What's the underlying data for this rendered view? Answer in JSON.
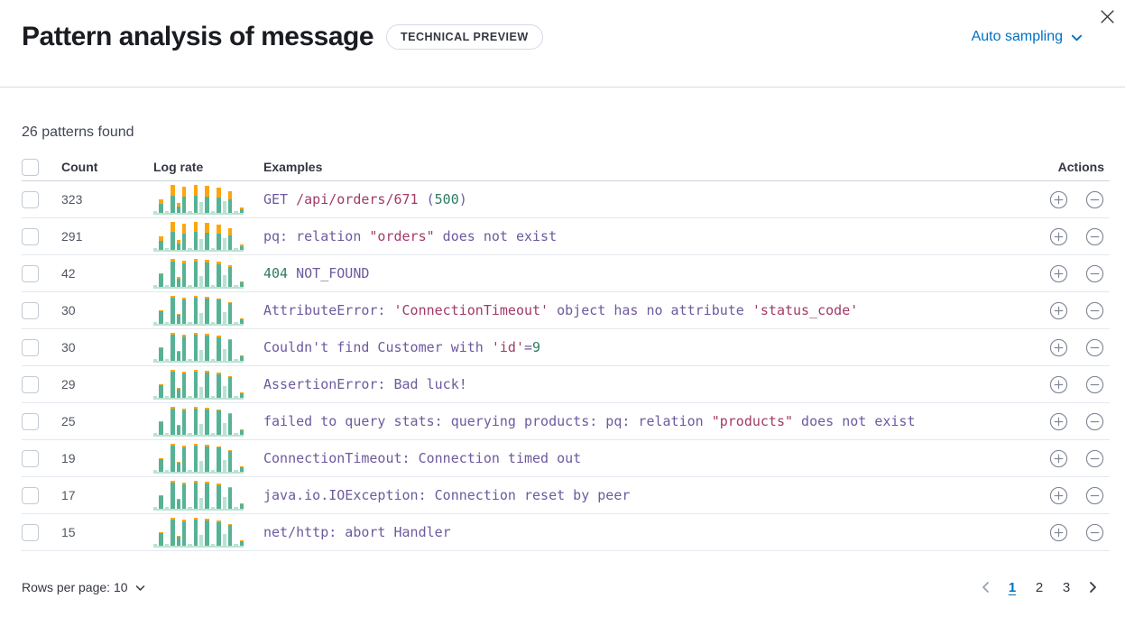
{
  "header": {
    "title": "Pattern analysis of message",
    "badge": "TECHNICAL PREVIEW",
    "sampling_label": "Auto sampling"
  },
  "summary": {
    "patterns_found": "26 patterns found"
  },
  "colors": {
    "accent_blue": "#0071c2",
    "spark_teal": "#57b295",
    "spark_teal_light": "#b9e2d2",
    "spark_orange": "#fca60f",
    "code_purple": "#6d5a9e",
    "code_maroon": "#a13a66",
    "code_green": "#2e7b63"
  },
  "table": {
    "columns": {
      "count": "Count",
      "log_rate": "Log rate",
      "examples": "Examples",
      "actions": "Actions"
    },
    "segment_colors": {
      "p": "#6d5a9e",
      "m": "#a13a66",
      "g": "#2e7b63"
    },
    "sparkline": {
      "bar_heights": [
        7,
        48,
        5,
        97,
        33,
        90,
        7,
        97,
        36,
        93,
        5,
        88,
        40,
        76,
        7,
        20
      ],
      "light_bars": [
        0,
        2,
        6,
        8,
        10,
        12,
        14
      ]
    },
    "actions": {
      "plus_icon": "expand-pattern",
      "minus_icon": "exclude-pattern"
    },
    "rows": [
      {
        "count": "323",
        "orange_ratio": 0.38,
        "example": [
          {
            "t": "GET ",
            "c": "p"
          },
          {
            "t": "/api/orders/671",
            "c": "m"
          },
          {
            "t": " (",
            "c": "p"
          },
          {
            "t": "500",
            "c": "g"
          },
          {
            "t": ")",
            "c": "p"
          }
        ]
      },
      {
        "count": "291",
        "orange_ratio": 0.36,
        "example": [
          {
            "t": "pq: relation ",
            "c": "p"
          },
          {
            "t": "\"orders\"",
            "c": "m"
          },
          {
            "t": " does not exist",
            "c": "p"
          }
        ]
      },
      {
        "count": "42",
        "orange_ratio": 0.1,
        "example": [
          {
            "t": "404",
            "c": "g"
          },
          {
            "t": " NOT_FOUND",
            "c": "p"
          }
        ]
      },
      {
        "count": "30",
        "orange_ratio": 0.05,
        "example": [
          {
            "t": "AttributeError: ",
            "c": "p"
          },
          {
            "t": "'ConnectionTimeout'",
            "c": "m"
          },
          {
            "t": " object has no attribute ",
            "c": "p"
          },
          {
            "t": "'status_code'",
            "c": "m"
          }
        ]
      },
      {
        "count": "30",
        "orange_ratio": 0.06,
        "example": [
          {
            "t": "Couldn't find Customer with ",
            "c": "p"
          },
          {
            "t": "'id'",
            "c": "m"
          },
          {
            "t": "=",
            "c": "p"
          },
          {
            "t": "9",
            "c": "g"
          }
        ]
      },
      {
        "count": "29",
        "orange_ratio": 0.06,
        "example": [
          {
            "t": "AssertionError: Bad luck!",
            "c": "p"
          }
        ]
      },
      {
        "count": "25",
        "orange_ratio": 0.05,
        "example": [
          {
            "t": "failed to query stats: querying products: pq: relation ",
            "c": "p"
          },
          {
            "t": "\"products\"",
            "c": "m"
          },
          {
            "t": " does not exist",
            "c": "p"
          }
        ]
      },
      {
        "count": "19",
        "orange_ratio": 0.05,
        "example": [
          {
            "t": "ConnectionTimeout: Connection timed out",
            "c": "p"
          }
        ]
      },
      {
        "count": "17",
        "orange_ratio": 0.06,
        "example": [
          {
            "t": "java.io.IOException: Connection reset by peer",
            "c": "p"
          }
        ]
      },
      {
        "count": "15",
        "orange_ratio": 0.07,
        "example": [
          {
            "t": "net/http: abort Handler",
            "c": "p"
          }
        ]
      }
    ]
  },
  "footer": {
    "rows_per_page_label": "Rows per page: 10",
    "pages": [
      "1",
      "2",
      "3"
    ],
    "active_page": "1"
  }
}
